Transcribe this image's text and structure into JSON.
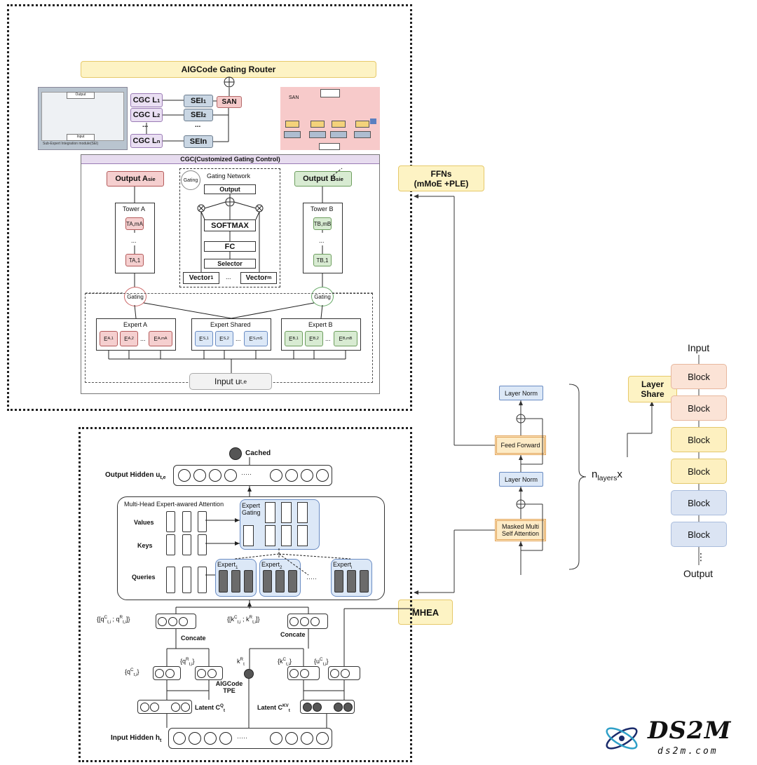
{
  "top": {
    "router_title": "AIGCode Gating Router",
    "thumb_left_caption": "Sub-Expert Integration module(SEI)",
    "thumb_left_output": "Output",
    "thumb_left_input": "Input",
    "cgc": [
      "CGC L1",
      "CGC L2",
      "CGC Ln"
    ],
    "sei": [
      "SEI1",
      "SEI2",
      "SEIn"
    ],
    "ellipsis": "...",
    "san": "SAN",
    "san_panel_title": "SAN",
    "cgc_title": "CGC(Customized Gating Control)",
    "output_a": "Output A",
    "output_b": "Output B",
    "gating_network": "Gating Network",
    "gating": "Gating",
    "gn_output": "Output",
    "softmax": "SOFTMAX",
    "fc": "FC",
    "selector": "Selector",
    "vector1": "Vector",
    "vectorm": "Vector",
    "tower_a": "Tower A",
    "tower_b": "Tower B",
    "ta_mA": "TA,mA",
    "ta_1": "TA,1",
    "tb_mB": "TB,mB",
    "tb_1": "TB,1",
    "expert_a": "Expert A",
    "expert_shared": "Expert Shared",
    "expert_b": "Expert B",
    "ea": [
      "EA,1",
      "EA,2",
      "...",
      "EA,mA"
    ],
    "es": [
      "ES,1",
      "ES,2",
      "...",
      "ES,mS"
    ],
    "eb": [
      "EB,1",
      "EB,2",
      "...",
      "EB,mB"
    ],
    "input_u": "Input u"
  },
  "middle": {
    "ffns": "FFNs\n(mMoE +PLE)",
    "mhea": "MHEA",
    "layer_norm_top": "Layer Norm",
    "feed_forward": "Feed Forward",
    "layer_norm_bottom": "Layer Norm",
    "masked_attention": "Masked Multi Self Attention",
    "n_layers": "nlayersx"
  },
  "right": {
    "input": "Input",
    "output": "Output",
    "layer_share": "Layer\nShare",
    "blocks": [
      "Block",
      "Block",
      "Block",
      "Block",
      "Block",
      "Block"
    ],
    "dots": "⋮"
  },
  "bottom": {
    "cached": "Cached",
    "output_hidden": "Output Hidden u",
    "mhea_title": "Multi-Head Expert-awared Attention",
    "values": "Values",
    "keys": "Keys",
    "queries": "Queries",
    "expert_gating": "Expert Gating",
    "experts": [
      "Expert1",
      "Expert2",
      "Experti"
    ],
    "q_concat": "{[qC t,i ; qR t,i]}",
    "k_concat": "{[kC t,i ; kR t,i]}",
    "concate": "Concate",
    "qc": "{qC t,i}",
    "qr": "{qR t,i}",
    "kr": "kR t",
    "kc": "{kC t,i}",
    "uc": "{uC t,i}",
    "tpe": "AIGCode TPE",
    "latent_q": "Latent CQ t",
    "latent_kv": "Latent CKV t",
    "input_hidden": "Input Hidden h",
    "dots": "·····"
  },
  "logo": {
    "name": "DS2M",
    "site": "ds2m.com"
  },
  "colors": {
    "yellow": "#fdf3c4",
    "lavender": "#eadff3",
    "bluegrey": "#c9d6e3",
    "pink": "#f4c9c9",
    "lightblue": "#dce8f7",
    "lightgreen": "#d8ebd2"
  }
}
